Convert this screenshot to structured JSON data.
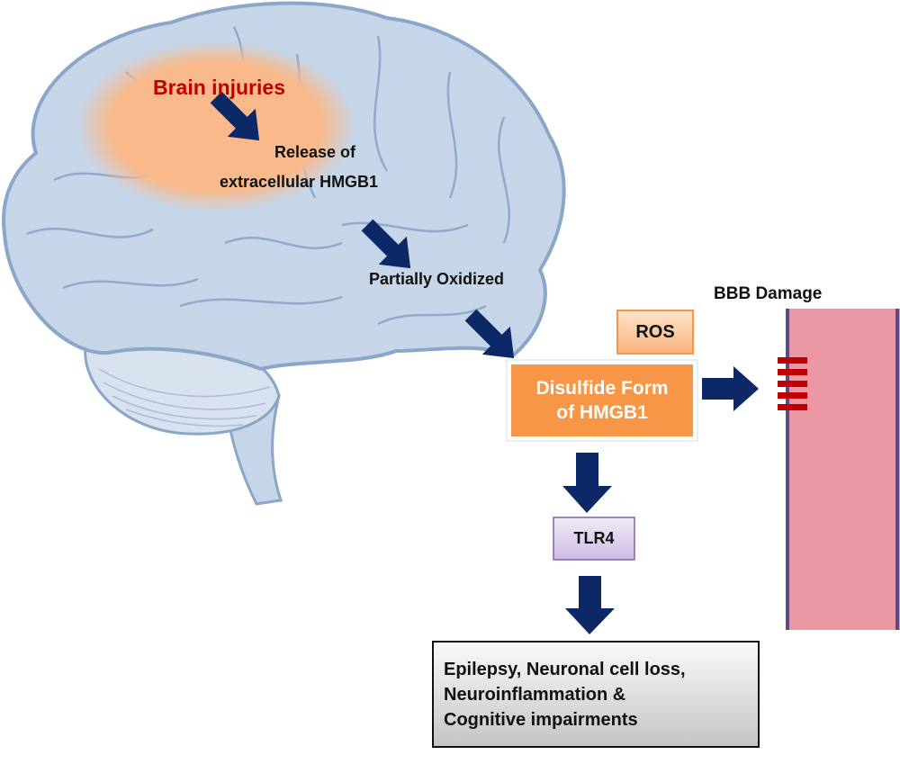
{
  "title": "HMGB1 pathway after brain injury",
  "labels": {
    "brain_injuries": "Brain injuries",
    "release_line1": "Release of",
    "release_line2": "extracellular HMGB1",
    "partially_oxidized": "Partially Oxidized",
    "ros": "ROS",
    "disulfide_line1": "Disulfide Form",
    "disulfide_line2": "of HMGB1",
    "bbb_damage": "BBB Damage",
    "tlr4": "TLR4",
    "outcome_line1": "Epilepsy, Neuronal cell loss,",
    "outcome_line2": "Neuroinflammation &",
    "outcome_line3": "Cognitive impairments"
  },
  "colors": {
    "arrow": "#0d2866",
    "brain_fill": "#c6d5e8",
    "brain_stroke": "#8aa6c8",
    "injury_zone": "#f9b98a",
    "injury_text": "#c00000",
    "disulfide_box": "#f79646",
    "ros_box": "#fbcfa6",
    "tlr4_box": "#ddd0ee",
    "bbb_wall": "#ec97a4",
    "bbb_edge": "#5e4a82",
    "damage_marks": "#c00000"
  }
}
